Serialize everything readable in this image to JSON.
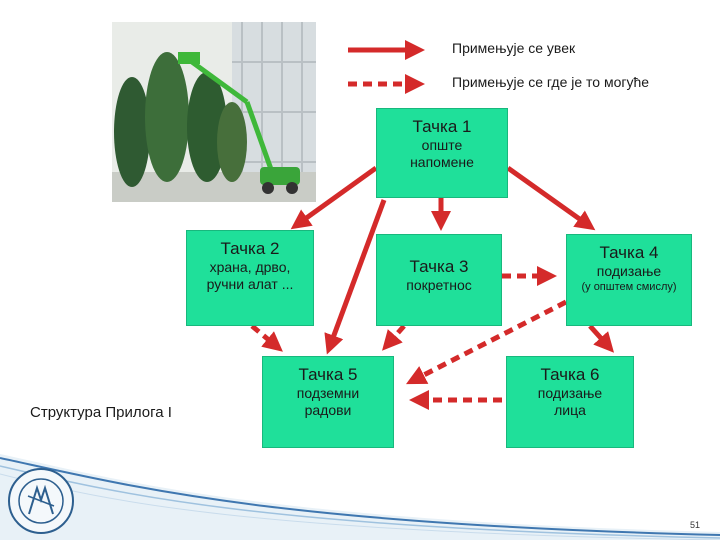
{
  "legend": {
    "always": "Примењује се увек",
    "where_possible": "Примењује се где је то могуће"
  },
  "boxes": {
    "box1": {
      "title": "Тачка 1",
      "line1": "опште",
      "line2": "напомене"
    },
    "box2": {
      "title": "Тачка 2",
      "line1": "храна, дрво,",
      "line2": "ручни алат ..."
    },
    "box3": {
      "title": "Тачка 3",
      "line1": "покретнос"
    },
    "box4": {
      "title": "Тачка 4",
      "line1": "подизање",
      "line2": "(у општем смислу)"
    },
    "box5": {
      "title": "Тачка 5",
      "line1": "подземни",
      "line2": "радови"
    },
    "box6": {
      "title": "Тачка 6",
      "line1": "подизање",
      "line2": "лица"
    }
  },
  "caption": "Структура Прилога I",
  "page_number": "51",
  "colors": {
    "box": "#1fe09a",
    "arrow": "#d42a2a"
  },
  "photo_description_icon": "aerial-work-platform-photo",
  "seal_icon": "university-seal"
}
